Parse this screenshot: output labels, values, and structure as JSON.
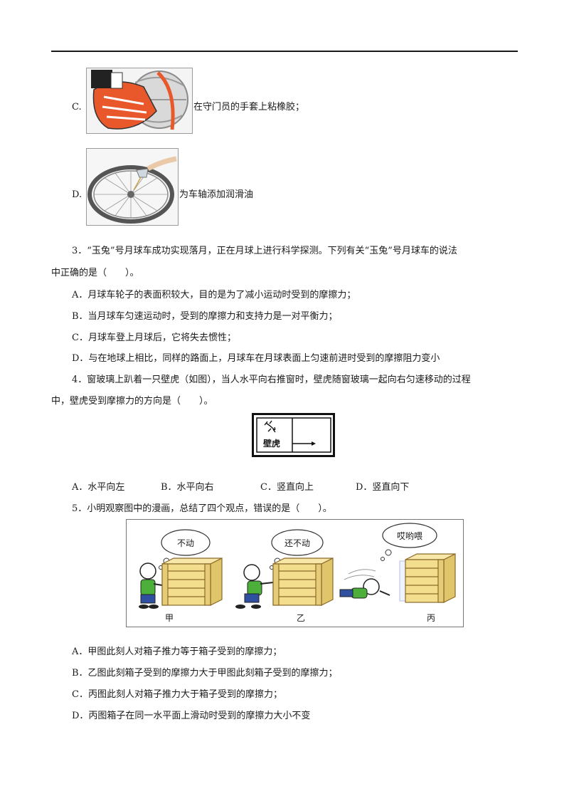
{
  "options_prev": {
    "c_label": "C.",
    "c_text": "在守门员的手套上粘橡胶；",
    "d_label": "D.",
    "d_text": "为车轴添加润滑油"
  },
  "q3": {
    "stem_line1": "3．“玉兔”号月球车成功实现落月，正在月球上进行科学探测。下列有关“玉兔”号月球车的说法",
    "stem_line2": "中正确的是（　　）。",
    "options": [
      "A．月球车轮子的表面积较大，目的是为了减小运动时受到的摩擦力；",
      "B．当月球车匀速运动时，受到的摩擦力和支持力是一对平衡力；",
      "C．月球车登上月球后，它将失去惯性；",
      "D．与在地球上相比，同样的路面上，月球车在月球表面上匀速前进时受到的摩擦阻力变小"
    ]
  },
  "q4": {
    "stem_line1": "4．窗玻璃上趴着一只壁虎（如图），当人水平向右推窗时，壁虎随窗玻璃一起向右匀速移动的过程",
    "stem_line2": "中，壁虎受到摩擦力的方向是（　　）。",
    "figure_label": "壁虎",
    "options": [
      "A．水平向左",
      "B．水平向右",
      "C．竖直向上",
      "D．竖直向下"
    ]
  },
  "q5": {
    "stem": "5．小明观察图中的漫画，总结了四个观点，错误的是（　　）。",
    "bubbles": [
      "不动",
      "还不动",
      "哎哟喂"
    ],
    "panel_labels": [
      "甲",
      "乙",
      "丙"
    ],
    "options": [
      "A．甲图此刻人对箱子推力等于箱子受到的摩擦力；",
      "B．乙图此刻箱子受到的摩擦力大于甲图此刻箱子受到的摩擦力；",
      "C．丙图此刻人对箱子推力大于箱子受到的摩擦力；",
      "D．丙图箱子在同一水平面上滑动时受到的摩擦力大小不变"
    ]
  }
}
